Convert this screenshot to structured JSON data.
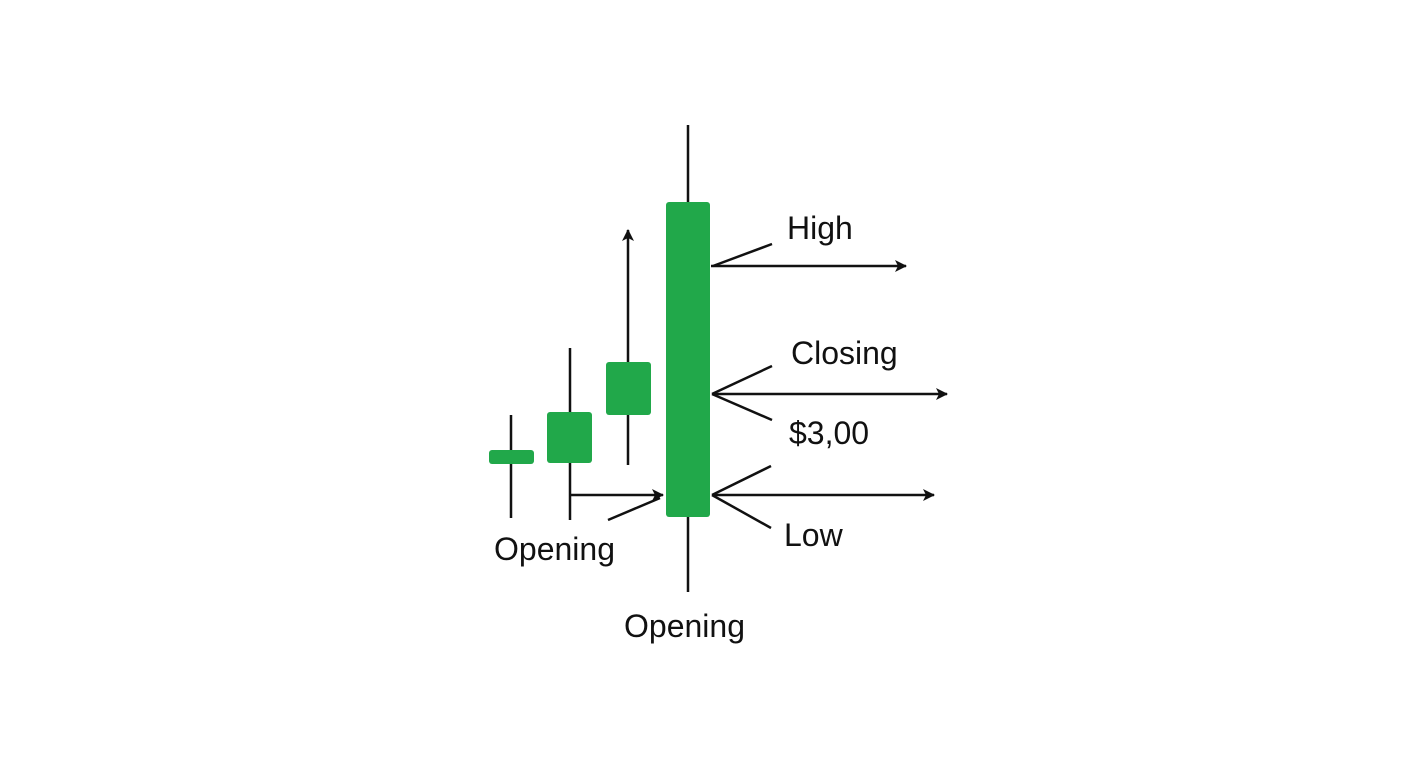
{
  "colors": {
    "candle": "#21a84a",
    "line": "#111111",
    "background": "#ffffff"
  },
  "labels": {
    "high": "High",
    "closing": "Closing",
    "closing_price": "$3,00",
    "low": "Low",
    "opening_small": "Opening",
    "opening_main": "Opening"
  }
}
